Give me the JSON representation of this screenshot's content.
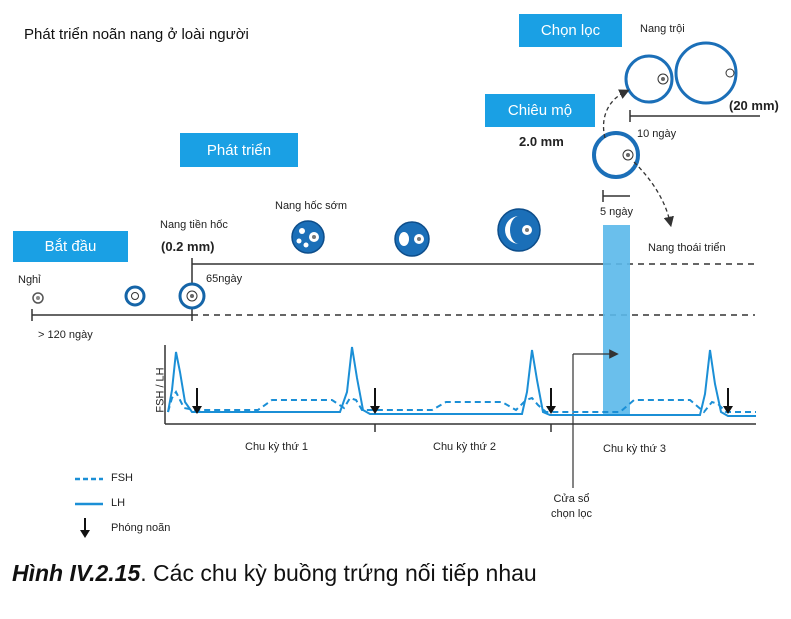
{
  "title": "Phát triển noãn nang ở loài người",
  "stages": {
    "start": "Bắt đầu",
    "growth": "Phát triển",
    "recruitment": "Chiêu mộ",
    "selection": "Chọn lọc"
  },
  "labels": {
    "resting": "Nghỉ",
    "over_120_days": "> 120 ngày",
    "preantral": "Nang tiền hốc",
    "preantral_size": "(0.2 mm)",
    "days_65": "65ngày",
    "early_antral": "Nang hốc sớm",
    "size_2mm": "2.0 mm",
    "dominant": "Nang trội",
    "size_20mm": "(20 mm)",
    "days_10": "10 ngày",
    "days_5": "5 ngày",
    "atresia": "Nang thoái triển",
    "yaxis": "FSH / LH",
    "cycle1": "Chu kỳ thứ 1",
    "cycle2": "Chu kỳ thứ 2",
    "cycle3": "Chu kỳ thứ 3",
    "selection_window": "Cửa sổ\nchọn lọc"
  },
  "legend": {
    "fsh": "FSH",
    "lh": "LH",
    "ovulation": "Phóng noãn"
  },
  "caption": {
    "figure": "Hình IV.2.15",
    "text": ". Các chu kỳ buồng trứng nối tiếp nhau"
  },
  "colors": {
    "stage_box": "#1aa0e4",
    "hormone_line": "#1b8fd6",
    "window": "#5ab8ea",
    "axis": "#333333"
  }
}
